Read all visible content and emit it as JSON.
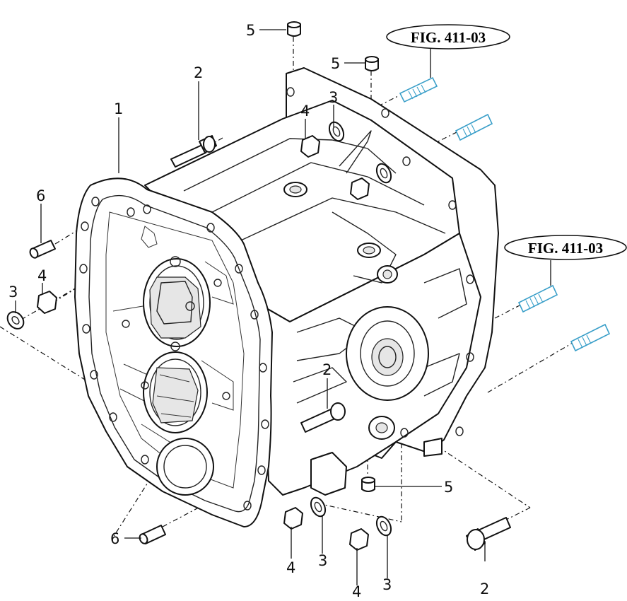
{
  "diagram": {
    "references": [
      {
        "id": "ref-top",
        "text": "FIG. 411-03"
      },
      {
        "id": "ref-right",
        "text": "FIG. 411-03"
      }
    ],
    "callouts": [
      {
        "id": "c1",
        "text": "1"
      },
      {
        "id": "c2a",
        "text": "2"
      },
      {
        "id": "c2b",
        "text": "2"
      },
      {
        "id": "c2c",
        "text": "2"
      },
      {
        "id": "c3a",
        "text": "3"
      },
      {
        "id": "c3b",
        "text": "3"
      },
      {
        "id": "c3c",
        "text": "3"
      },
      {
        "id": "c3d",
        "text": "3"
      },
      {
        "id": "c4a",
        "text": "4"
      },
      {
        "id": "c4b",
        "text": "4"
      },
      {
        "id": "c4c",
        "text": "4"
      },
      {
        "id": "c4d",
        "text": "4"
      },
      {
        "id": "c5a",
        "text": "5"
      },
      {
        "id": "c5b",
        "text": "5"
      },
      {
        "id": "c5c",
        "text": "5"
      },
      {
        "id": "c6a",
        "text": "6"
      },
      {
        "id": "c6b",
        "text": "6"
      }
    ],
    "colors": {
      "line": "#111111",
      "stud_highlight": "#3a9fc9",
      "background": "#ffffff"
    }
  }
}
